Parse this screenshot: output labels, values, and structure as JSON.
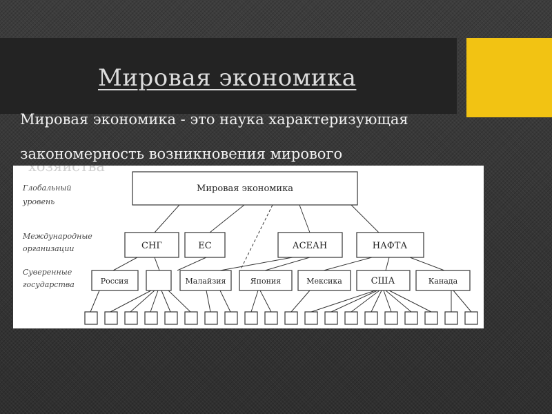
{
  "slide": {
    "title": "Мировая экономика",
    "body_line1": "Мировая экономика - это наука характеризующая",
    "body_line2": "закономерность возникновения мирового",
    "body_line3_partial": "хозяйства"
  },
  "colors": {
    "accent": "#f2c313",
    "title_band": "#232323",
    "background": "#3a3a3a"
  },
  "diagram": {
    "levels": {
      "global_1": "Глобальный",
      "global_2": "уровень",
      "intl_1": "Международные",
      "intl_2": "организации",
      "sovereign_1": "Суверенные",
      "sovereign_2": "государства"
    },
    "root": "Мировая экономика",
    "organizations": [
      "СНГ",
      "ЕС",
      "АСЕАН",
      "НАФТА"
    ],
    "countries": [
      "Россия",
      "",
      "Малайзия",
      "Япония",
      "Мексика",
      "США",
      "Канада"
    ]
  }
}
